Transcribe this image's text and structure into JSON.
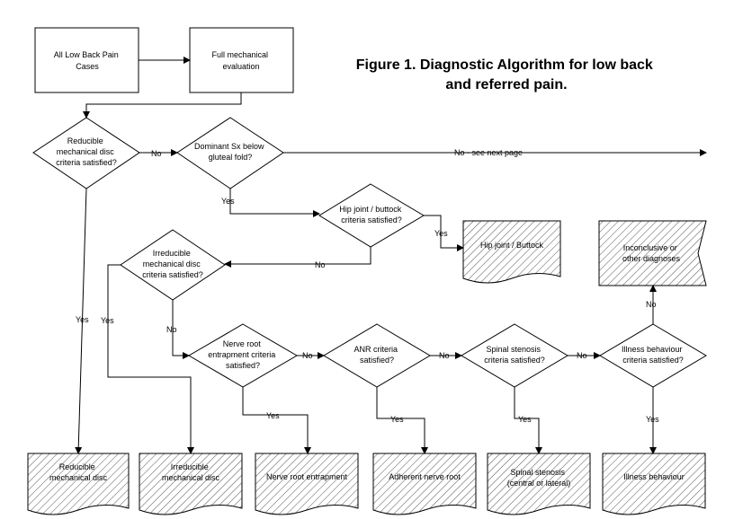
{
  "title": [
    "Figure 1. Diagnostic Algorithm for low back",
    "and referred pain."
  ],
  "nodes": {
    "all_cases": [
      "All Low Back Pain",
      "Cases"
    ],
    "full_eval": [
      "Full mechanical",
      "evaluation"
    ],
    "reducible_q": [
      "Reducible",
      "mechanical disc",
      "criteria satisfied?"
    ],
    "dominant_q": [
      "Dominant Sx below",
      "gluteal fold?"
    ],
    "hip_q": [
      "Hip joint / buttock",
      "criteria satisfied?"
    ],
    "irreducible_q": [
      "Irreducible",
      "mechanical disc",
      "criteria satisfied?"
    ],
    "nerve_q": [
      "Nerve root",
      "entrapment criteria",
      "satisfied?"
    ],
    "anr_q": [
      "ANR criteria",
      "satisfied?"
    ],
    "stenosis_q": [
      "Spinal stenosis",
      "criteria satisfied?"
    ],
    "illness_q": [
      "Illness behaviour",
      "criteria satisfied?"
    ],
    "hip_out": [
      "Hip joint / Buttock"
    ],
    "inconclusive_out": [
      "Inconclusive or",
      "other diagnoses"
    ],
    "reducible_out": [
      "Reducible",
      "mechanical disc"
    ],
    "irreducible_out": [
      "Irreducible",
      "mechanical disc"
    ],
    "nerve_out": [
      "Nerve root entrapment"
    ],
    "anr_out": [
      "Adherent nerve root"
    ],
    "stenosis_out": [
      "Spinal stenosis",
      "(central or lateral)"
    ],
    "illness_out": [
      "Illness behaviour"
    ]
  },
  "edges": {
    "no": "No",
    "yes": "Yes",
    "no_next_page": "No - see next page"
  }
}
